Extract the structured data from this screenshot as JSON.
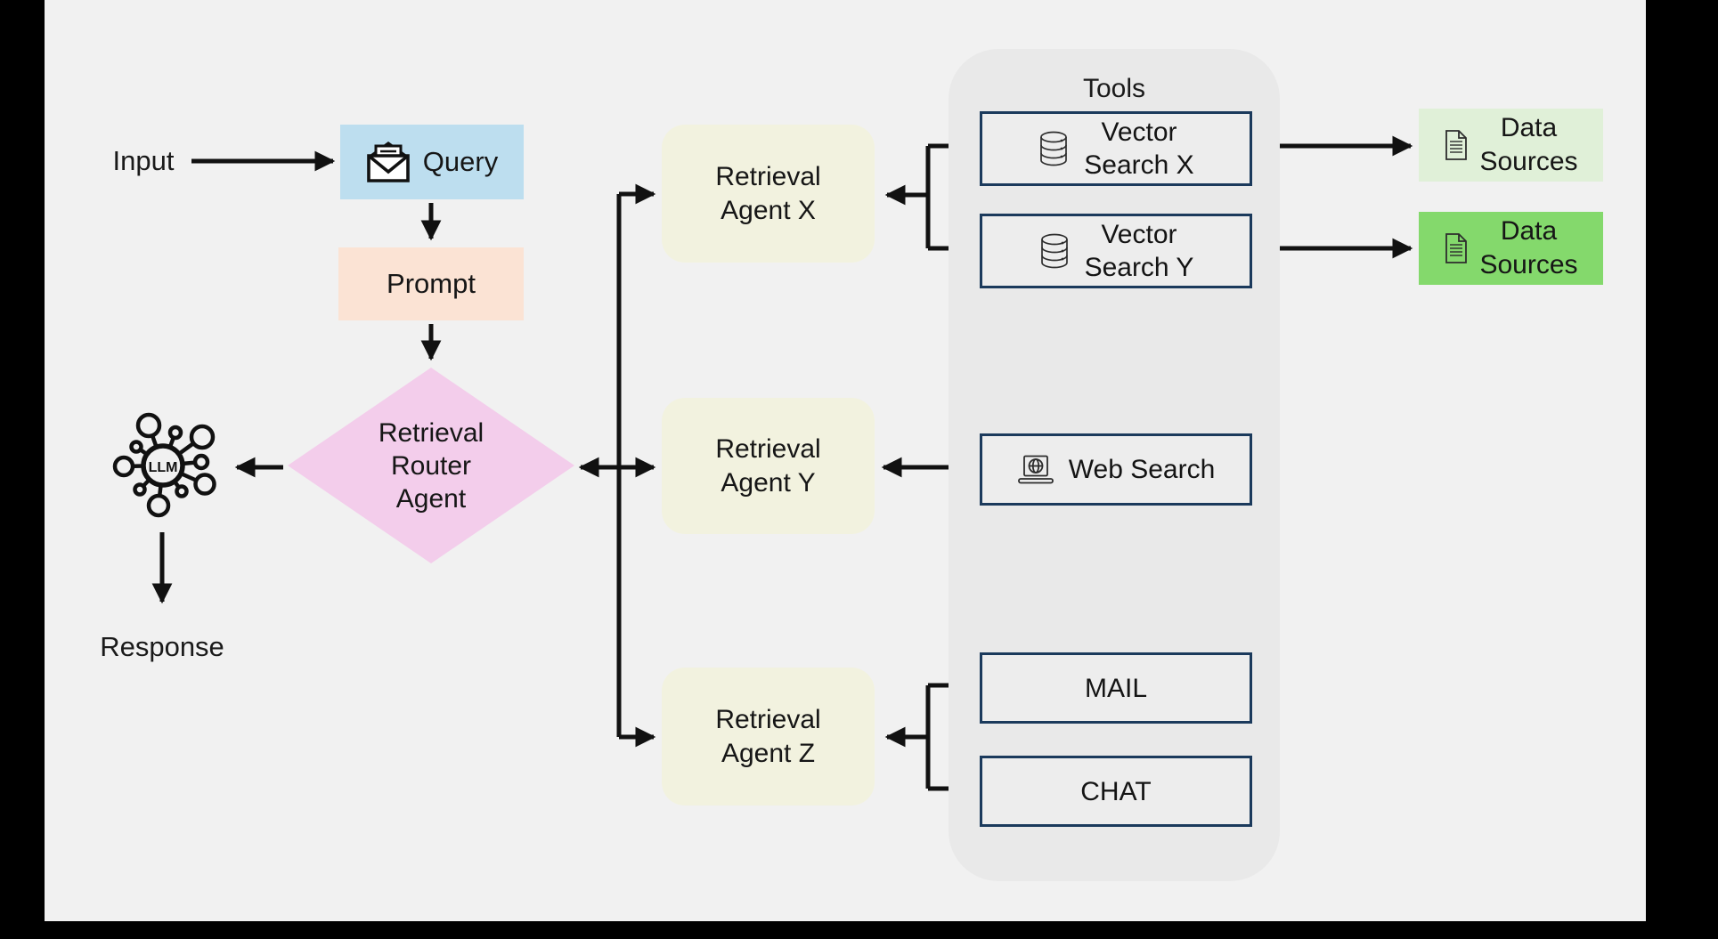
{
  "frame": {
    "bar_color": "#000000",
    "bg": "#f1f1f1"
  },
  "arrows": {
    "color": "#111111"
  },
  "io": {
    "input_label": "Input",
    "response_label": "Response"
  },
  "query": {
    "label": "Query",
    "bg": "#bddeef"
  },
  "prompt": {
    "label": "Prompt",
    "bg": "#fbe3d4"
  },
  "router": {
    "line1": "Retrieval",
    "line2": "Router",
    "line3": "Agent",
    "bg": "#f3cdeb"
  },
  "llm": {
    "label": "LLM"
  },
  "agents": [
    {
      "line1": "Retrieval",
      "line2": "Agent X",
      "bg": "#f2f2df"
    },
    {
      "line1": "Retrieval",
      "line2": "Agent Y",
      "bg": "#f2f2df"
    },
    {
      "line1": "Retrieval",
      "line2": "Agent Z",
      "bg": "#f2f2df"
    }
  ],
  "tools": {
    "title": "Tools",
    "panel_bg": "#e9e9e9",
    "box_bg": "#ededed",
    "box_border": "#1b3a5c",
    "vector_x": {
      "line1": "Vector",
      "line2": "Search X"
    },
    "vector_y": {
      "line1": "Vector",
      "line2": "Search Y"
    },
    "web": {
      "label": "Web Search"
    },
    "mail": {
      "label": "MAIL"
    },
    "chat": {
      "label": "CHAT"
    }
  },
  "data_sources": [
    {
      "line1": "Data",
      "line2": "Sources",
      "bg": "#e0f0d8"
    },
    {
      "line1": "Data",
      "line2": "Sources",
      "bg": "#84d96c"
    }
  ]
}
